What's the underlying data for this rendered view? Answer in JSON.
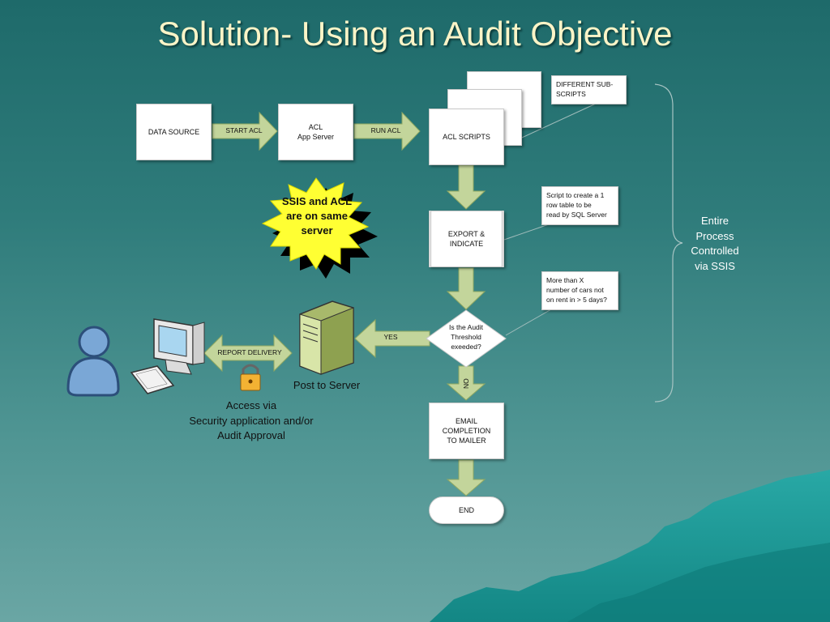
{
  "title": "Solution- Using an Audit Objective",
  "boxes": {
    "data_source": "DATA SOURCE",
    "acl_server_1": "ACL",
    "acl_server_2": "App Server",
    "acl_scripts": "ACL SCRIPTS",
    "export_1": "EXPORT &",
    "export_2": "INDICATE",
    "email_1": "EMAIL COMPLETION",
    "email_2": "TO MAILER",
    "end": "END"
  },
  "decision": {
    "line1": "Is the Audit",
    "line2": "Threshold",
    "line3": "exeeded?"
  },
  "arrows": {
    "start_acl": "START ACL",
    "run_acl": "RUN ACL",
    "yes": "YES",
    "no": "NO",
    "report_delivery": "REPORT DELIVERY"
  },
  "notes": {
    "subscripts_1": "DIFFERENT SUB-",
    "subscripts_2": "SCRIPTS",
    "script_1": "Script to create a 1",
    "script_2": "row table to be",
    "script_3": "read by SQL Server",
    "cars_1": "More than X",
    "cars_2": "number of cars not",
    "cars_3": "on rent in > 5 days?"
  },
  "starburst": {
    "line1": "SSIS and ACL",
    "line2": "are on same",
    "line3": "server"
  },
  "side_label": {
    "line1": "Entire",
    "line2": "Process",
    "line3": "Controlled",
    "line4": "via SSIS"
  },
  "post_to_server": "Post to Server",
  "access": {
    "line1": "Access via",
    "line2": "Security application and/or",
    "line3": "Audit Approval"
  },
  "colors": {
    "arrow_fill": "#c3d59b",
    "arrow_stroke": "#8fa862",
    "starburst": "#ffff33",
    "title": "#fbf4c7",
    "mountain": "#1aa0a0"
  },
  "icons": [
    "user-icon",
    "computer-icon",
    "keyboard-icon",
    "server-icon",
    "lock-icon"
  ]
}
